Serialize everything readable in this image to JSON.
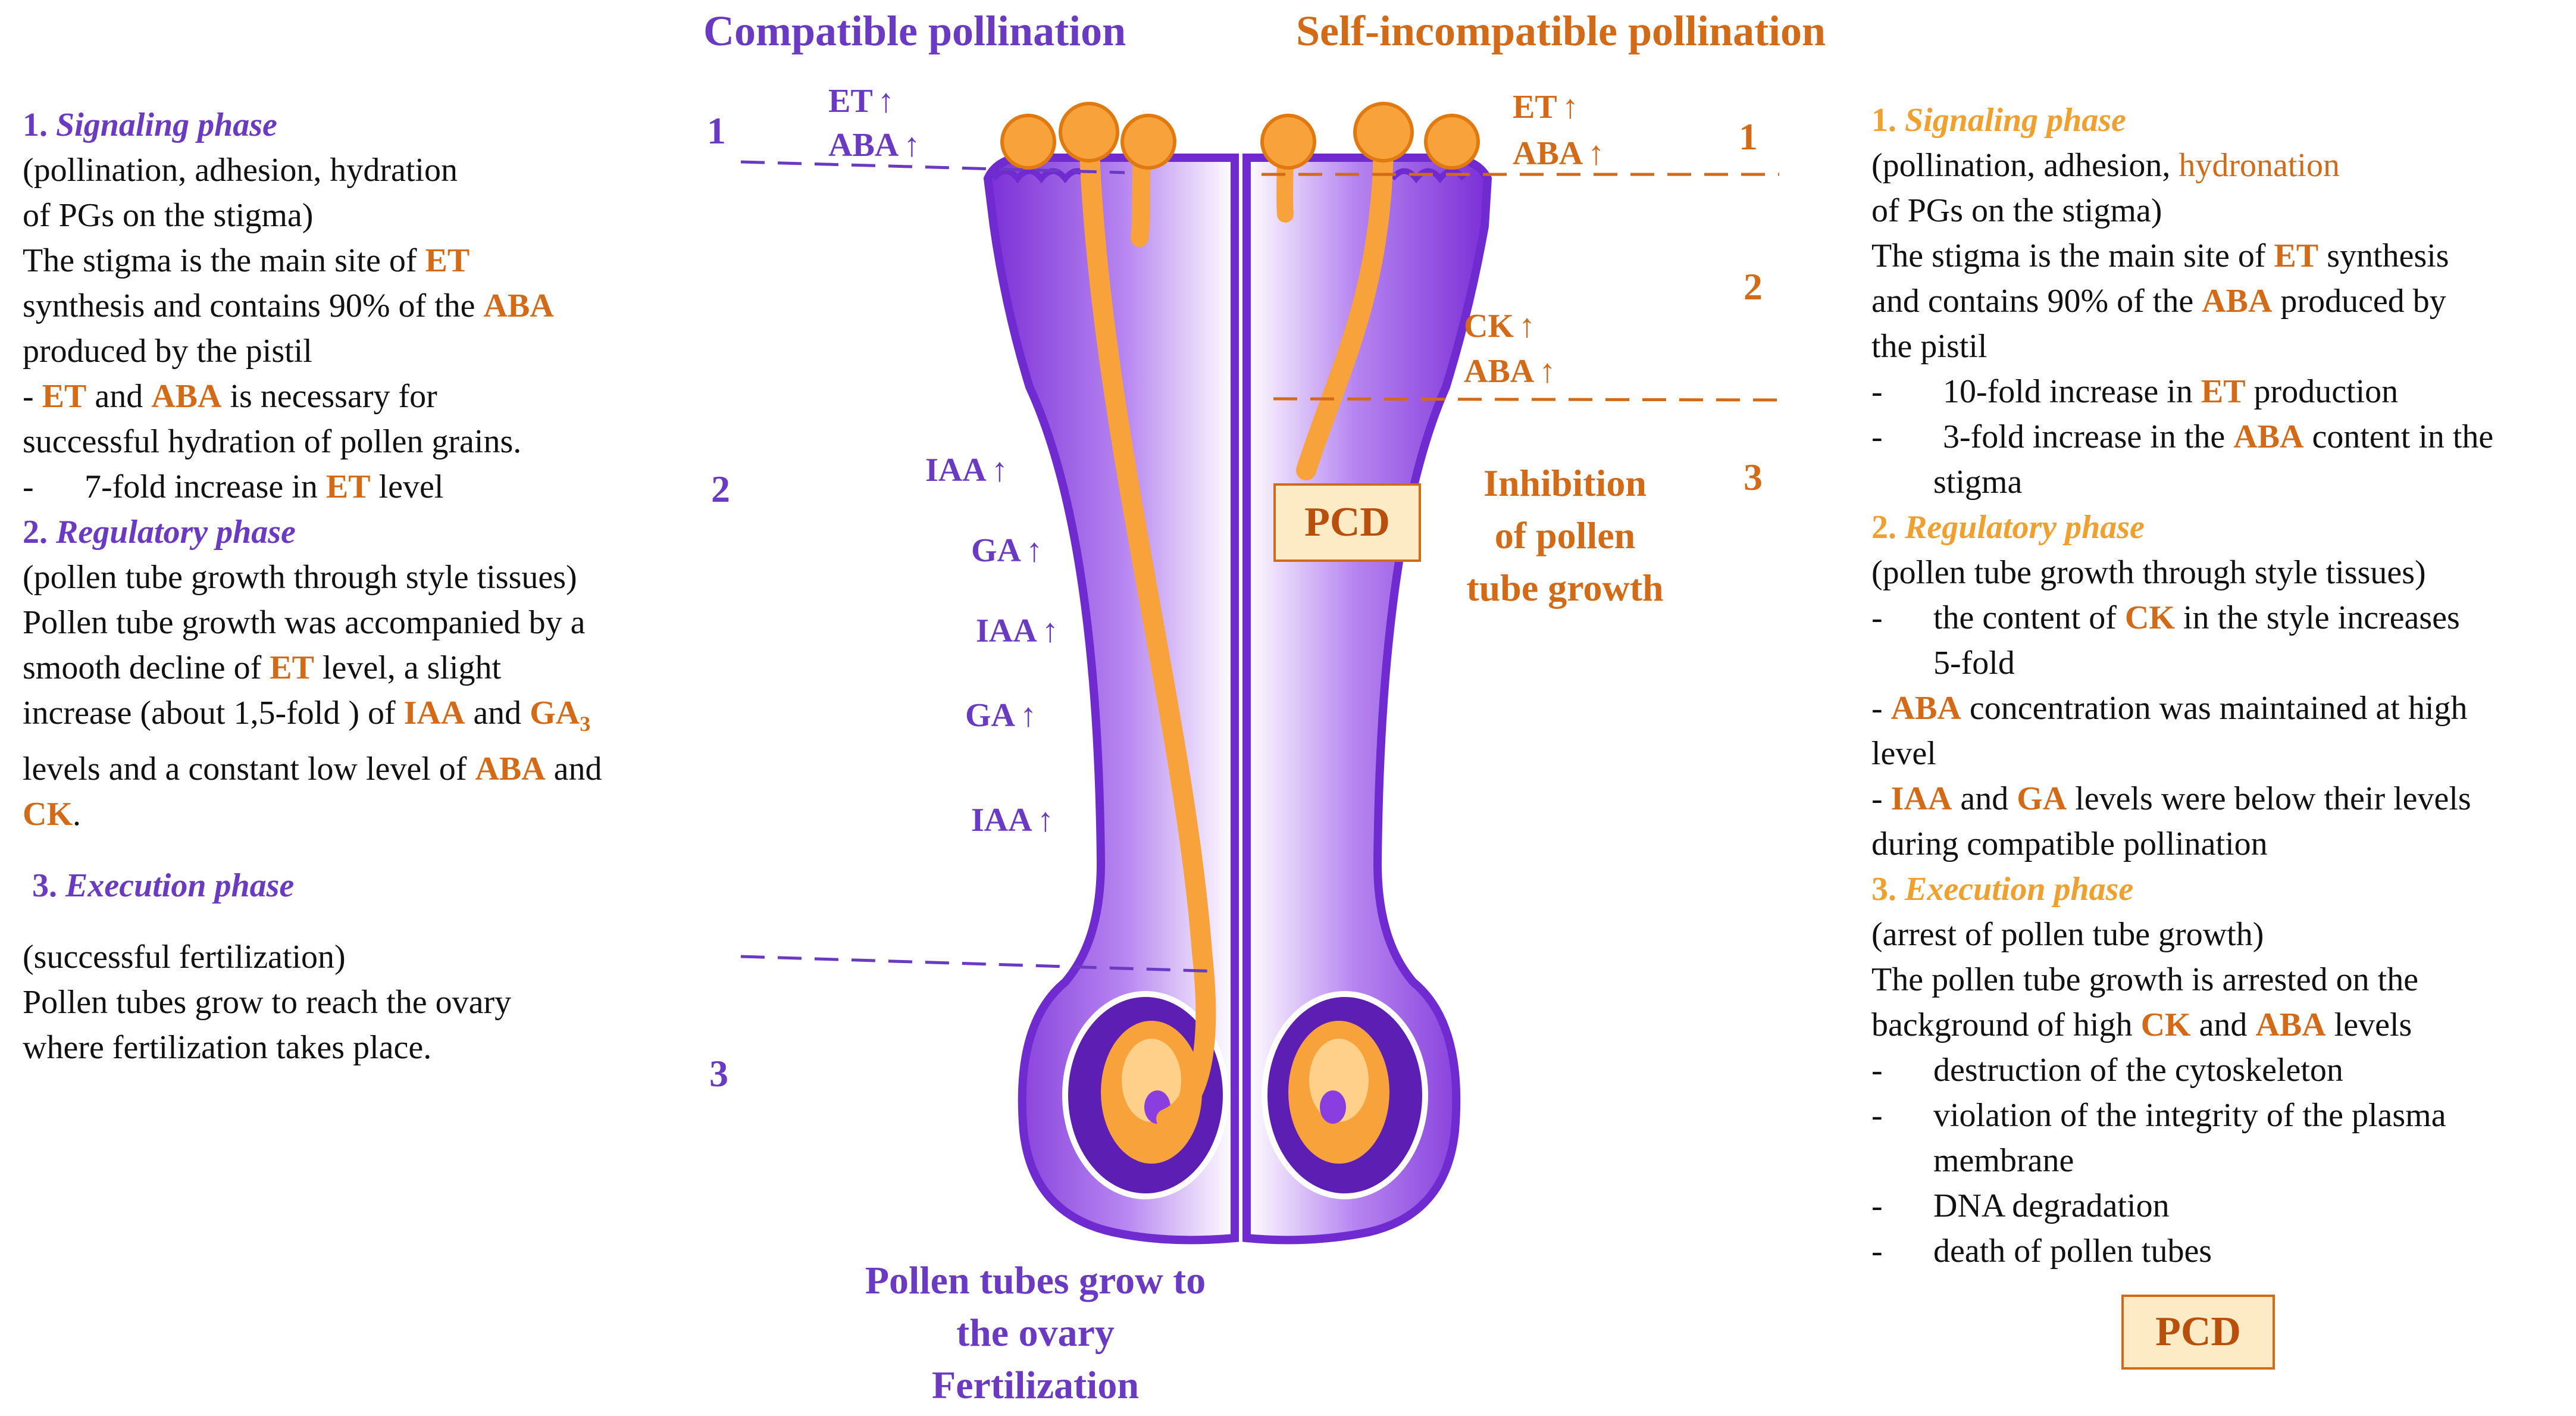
{
  "titles": {
    "compatible": "Compatible pollination",
    "self_incompatible": "Self-incompatible pollination"
  },
  "stage_numbers": [
    "1",
    "2",
    "3"
  ],
  "left_panel": {
    "phase1_title": "Signaling phase",
    "phase1_num": "1.",
    "phase1_lines": [
      "(pollination, adhesion, hydration",
      "of PGs on the stigma)"
    ],
    "phase1_text_a": "The stigma is the main site of ",
    "phase1_text_b": "synthesis and contains 90% of the ",
    "phase1_text_c": "produced by the pistil",
    "phase1_text_d_pre": "- ",
    "phase1_text_d_mid": " and ",
    "phase1_text_d_post": " is necessary for",
    "phase1_text_e": "successful hydration of pollen grains.",
    "phase1_bullet": "7-fold increase in ",
    "phase1_bullet_post": " level",
    "phase2_num": "2.",
    "phase2_title": "Regulatory phase",
    "phase2_lines_a": "(pollen tube growth through style tissues)",
    "phase2_lines_b": "Pollen tube growth was accompanied by a",
    "phase2_lines_c": "smooth decline of ",
    "phase2_lines_c_post": " level, a slight",
    "phase2_lines_d": "increase (about 1,5-fold ) of ",
    "phase2_lines_d_mid": " and ",
    "phase2_lines_d_sub": "3",
    "phase2_lines_e": "levels and a constant low level of ",
    "phase2_lines_e_post": " and",
    "phase2_lines_f_post": ".",
    "phase3_num": "3.",
    "phase3_title": "Execution phase",
    "phase3_lines": [
      "(successful fertilization)",
      "Pollen tubes grow to reach the ovary",
      "where fertilization takes place."
    ]
  },
  "right_panel": {
    "phase1_num": "1.",
    "phase1_title": "Signaling phase",
    "phase1_line1_a": "(pollination, adhesion, ",
    "phase1_line1_b": "hydronation",
    "phase1_line2": "of PGs on the stigma)",
    "phase1_line3_a": "The stigma is the main site of ",
    "phase1_line3_b": " synthesis",
    "phase1_line4_a": "and contains 90% of the ",
    "phase1_line4_b": " produced by",
    "phase1_line5": "the pistil",
    "phase1_bullet1_a": "10-fold increase in ",
    "phase1_bullet1_b": " production",
    "phase1_bullet2_a": "3-fold increase in the ",
    "phase1_bullet2_b": " content in the",
    "phase1_bullet2_c": "stigma",
    "phase2_num": "2.",
    "phase2_title": "Regulatory phase",
    "phase2_line1": "(pollen tube growth through style tissues)",
    "phase2_bullet1_a": "the content of ",
    "phase2_bullet1_b": " in the style increases",
    "phase2_bullet1_c": "5-fold",
    "phase2_line2_a": "- ",
    "phase2_line2_b": " concentration was maintained at high",
    "phase2_line3": "level",
    "phase2_line4_a": "- ",
    "phase2_line4_b": " and ",
    "phase2_line4_c": " levels were below their levels",
    "phase2_line5": "during compatible pollination",
    "phase3_num": "3.",
    "phase3_title": "Execution phase",
    "phase3_line1": "(arrest of pollen tube growth)",
    "phase3_line2": "The pollen tube growth is arrested on the",
    "phase3_line3_a": "background of high ",
    "phase3_line3_b": " and ",
    "phase3_line3_c": " levels",
    "phase3_bullets": [
      "destruction of the cytoskeleton",
      "violation of the integrity of the plasma",
      "membrane",
      "DNA degradation",
      "death of pollen tubes"
    ],
    "pcd": "PCD"
  },
  "hormones": {
    "ET": "ET",
    "ABA": "ABA",
    "IAA": "IAA",
    "GA": "GA",
    "CK": "CK",
    "GA3": "GA"
  },
  "dash": "-",
  "arrow": "↑",
  "diagram": {
    "compatible_labels": [
      "IAA",
      "GA",
      "IAA",
      "GA",
      "IAA"
    ],
    "pcd_label": "PCD",
    "inhibition": [
      "Inhibition",
      "of pollen",
      "tube growth"
    ],
    "caption": [
      "Pollen tubes grow to",
      "the ovary",
      "Fertilization"
    ]
  },
  "colors": {
    "purple": "#6a3bc2",
    "orange": "#d26a17",
    "light_orange": "#f0a02e",
    "pistil": "#8a3ee0",
    "pollen": "#f7a23a"
  }
}
